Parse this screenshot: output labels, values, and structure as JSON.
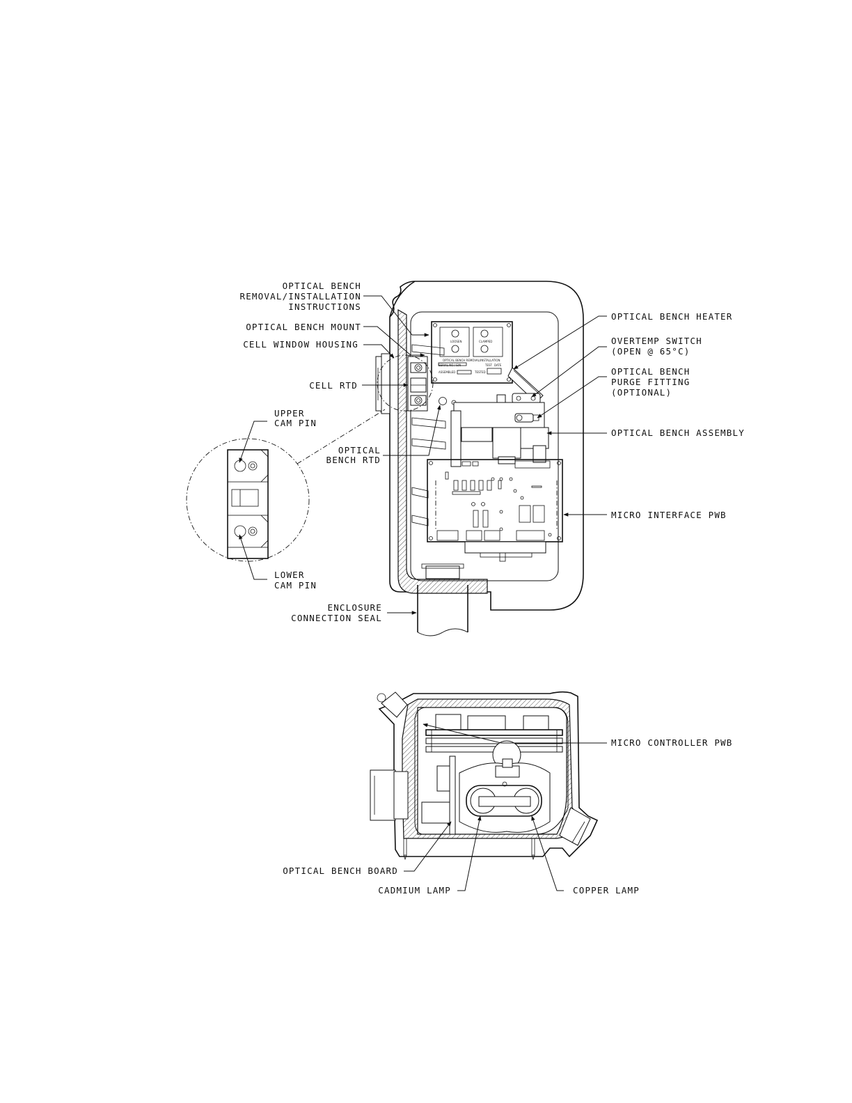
{
  "labels": {
    "optical_bench_instructions": [
      "OPTICAL BENCH",
      "REMOVAL/INSTALLATION",
      "INSTRUCTIONS"
    ],
    "optical_bench_mount": "OPTICAL BENCH MOUNT",
    "cell_window_housing": "CELL WINDOW HOUSING",
    "cell_rtd": "CELL RTD",
    "upper_cam_pin": [
      "UPPER",
      "CAM PIN"
    ],
    "optical_bench_rtd": [
      "OPTICAL",
      "BENCH RTD"
    ],
    "lower_cam_pin": [
      "LOWER",
      "CAM PIN"
    ],
    "enclosure_connection_seal": [
      "ENCLOSURE",
      "CONNECTION SEAL"
    ],
    "optical_bench_heater": "OPTICAL BENCH HEATER",
    "overtemp_switch": [
      "OVERTEMP SWITCH",
      "(OPEN @ 65°C)"
    ],
    "optical_bench_purge_fitting": [
      "OPTICAL BENCH",
      "PURGE FITTING",
      "(OPTIONAL)"
    ],
    "optical_bench_assembly": "OPTICAL BENCH ASSEMBLY",
    "micro_interface_pwb": "MICRO INTERFACE PWB",
    "micro_controller_pwb": "MICRO CONTROLLER PWB",
    "optical_bench_board": "OPTICAL BENCH BOARD",
    "cadmium_lamp": "CADMIUM LAMP",
    "copper_lamp": "COPPER LAMP"
  },
  "plate": {
    "loosen": "LOOSEN",
    "clamped": "CLAMPED",
    "title": "OPTICAL BENCH REMOVAL/INSTALLATION",
    "serial": "SERIAL NO / S/N",
    "test": "TEST",
    "date": "DATE",
    "assembled": "ASSEMBLED",
    "tested": "TESTED"
  }
}
